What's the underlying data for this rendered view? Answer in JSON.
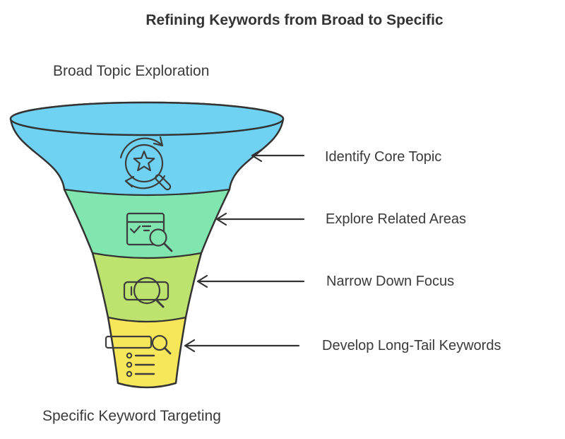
{
  "title": "Refining Keywords from Broad to Specific",
  "top_label": "Broad Topic Exploration",
  "bottom_label": "Specific Keyword Targeting",
  "funnel": {
    "outline_color": "#333333",
    "icon_color": "#3d3d3d",
    "stages": [
      {
        "label": "Identify Core Topic",
        "color": "#70d2f3",
        "icon": "search-star-refresh-icon"
      },
      {
        "label": "Explore Related Areas",
        "color": "#80e5ae",
        "icon": "browser-checklist-search-icon"
      },
      {
        "label": "Narrow Down Focus",
        "color": "#bde36e",
        "icon": "focus-search-icon"
      },
      {
        "label": "Develop Long-Tail Keywords",
        "color": "#f6e659",
        "icon": "list-bullets-search-icon"
      }
    ]
  }
}
